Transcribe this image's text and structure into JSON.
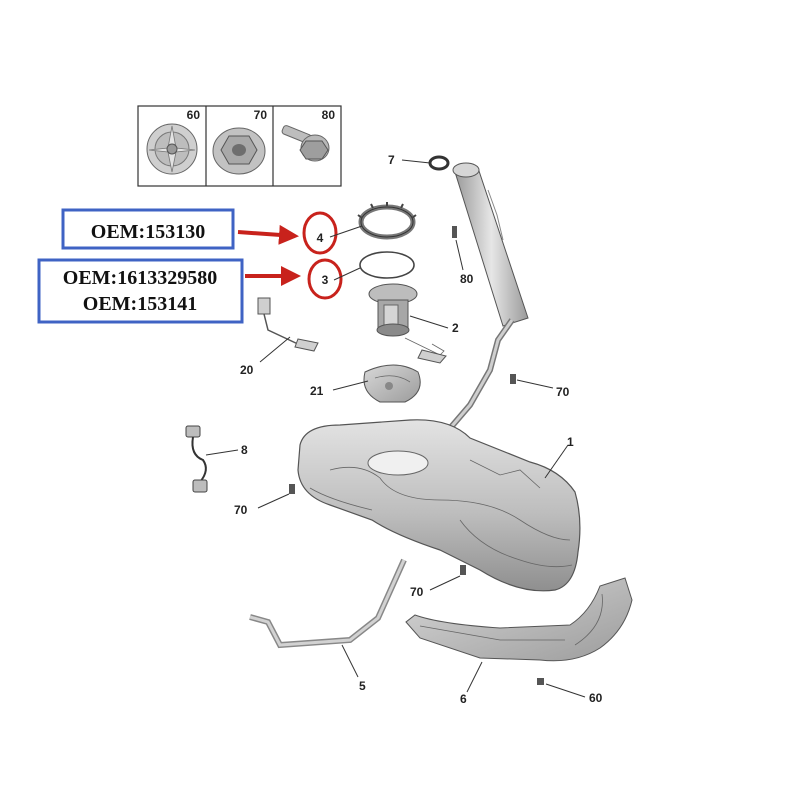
{
  "fastener_panel": {
    "cells": [
      {
        "number": "60",
        "icon": "clip-nut-icon"
      },
      {
        "number": "70",
        "icon": "flange-nut-icon"
      },
      {
        "number": "80",
        "icon": "flange-bolt-icon"
      }
    ]
  },
  "oem_boxes": {
    "lock_ring": {
      "lines": [
        "OEM:153130"
      ]
    },
    "seal": {
      "lines": [
        "OEM:1613329580",
        "OEM:153141"
      ]
    }
  },
  "callouts": {
    "c4": "4",
    "c3": "3",
    "c2": "2",
    "c7": "7",
    "c80": "80",
    "c20": "20",
    "c21": "21",
    "c70a": "70",
    "c1": "1",
    "c8": "8",
    "c70b": "70",
    "c70c": "70",
    "c5": "5",
    "c6": "6",
    "c60": "60"
  },
  "colors": {
    "oem_box_border": "#3f63c4",
    "highlight_red": "#c8221c"
  }
}
